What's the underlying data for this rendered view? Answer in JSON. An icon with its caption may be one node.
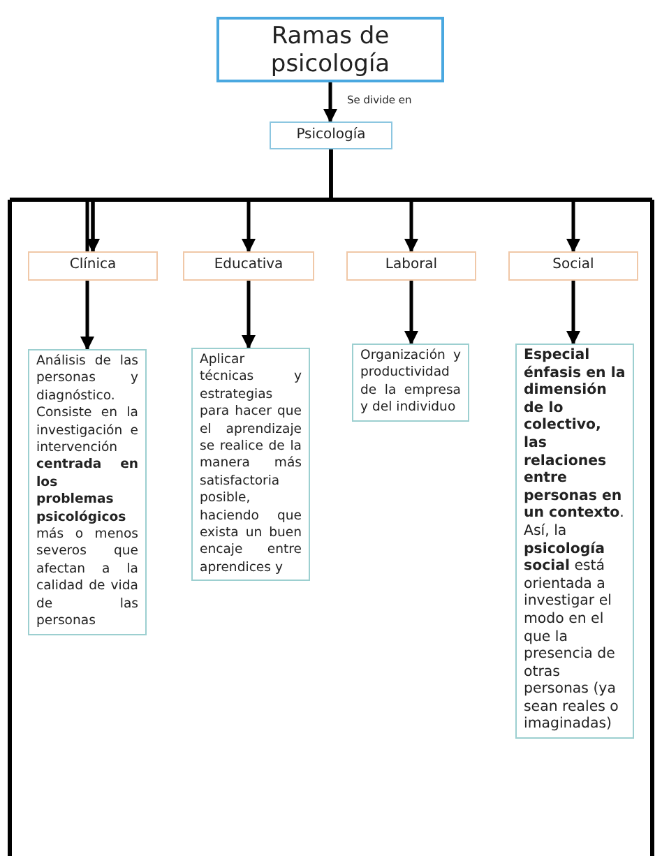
{
  "diagram": {
    "nodes": [
      {
        "text": [
          "Ramas de psicología"
        ]
      },
      {
        "text": [
          "Psicología"
        ]
      },
      {
        "text": [
          "Clínica"
        ]
      },
      {
        "text": [
          "Educativa"
        ]
      },
      {
        "text": [
          "Laboral"
        ]
      },
      {
        "text": [
          "Social"
        ]
      },
      {
        "text": [
          "Análisis de las personas y diagnóstico. Consiste en la investigación e intervención **centrada en los problemas psicológicos** más o menos severos que afectan a la calidad de vida de las personas"
        ]
      },
      {
        "text": [
          "Aplicar técnicas y estrategias para hacer que el aprendizaje se realice de la manera más satisfactoria posible, haciendo que exista un buen encaje entre aprendices y"
        ]
      },
      {
        "text": [
          "Organización y productividad de la empresa y del individuo"
        ]
      },
      {
        "text": [
          "**Especial énfasis en la dimensión de lo colectivo, las relaciones entre personas en un contexto**. Así, la **psicología social** está orientada a investigar el modo en el que la presencia de otras personas (ya sean reales o imaginadas)"
        ]
      }
    ],
    "edges": [
      {
        "from": 0,
        "to": 1,
        "arrow": "to",
        "label": "Se divide en"
      },
      {
        "from": 1,
        "to": 2,
        "arrow": "to"
      },
      {
        "from": 1,
        "to": 3,
        "arrow": "to"
      },
      {
        "from": 1,
        "to": 4,
        "arrow": "to"
      },
      {
        "from": 1,
        "to": 5,
        "arrow": "to"
      },
      {
        "from": 2,
        "to": 6,
        "arrow": "to"
      },
      {
        "from": 3,
        "to": 7,
        "arrow": "to"
      },
      {
        "from": 4,
        "to": 8,
        "arrow": "to"
      },
      {
        "from": 5,
        "to": 9,
        "arrow": "to"
      }
    ]
  }
}
